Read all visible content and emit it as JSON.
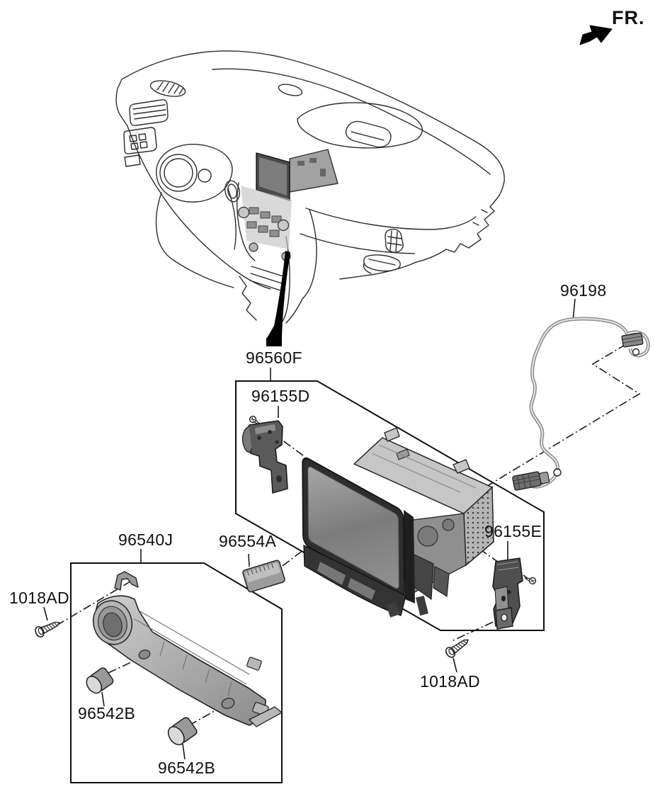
{
  "direction": {
    "label": "FR."
  },
  "parts": {
    "cable": "96198",
    "head_unit_assembly": "96560F",
    "bracket_left": "96155D",
    "bracket_right": "96155E",
    "control_panel_assembly": "96540J",
    "memory_card": "96554A",
    "knob_front": "96542B",
    "knob_rear": "96542B",
    "screw_left": "1018AD",
    "screw_right": "1018AD"
  },
  "colors": {
    "line": "#1a1a1a",
    "background": "#ffffff",
    "metal_light": "#c6c6c6",
    "metal_mid": "#9a9a9a",
    "bracket_dark": "#4f4f4f",
    "screen_bezel": "#2e2e2e"
  }
}
